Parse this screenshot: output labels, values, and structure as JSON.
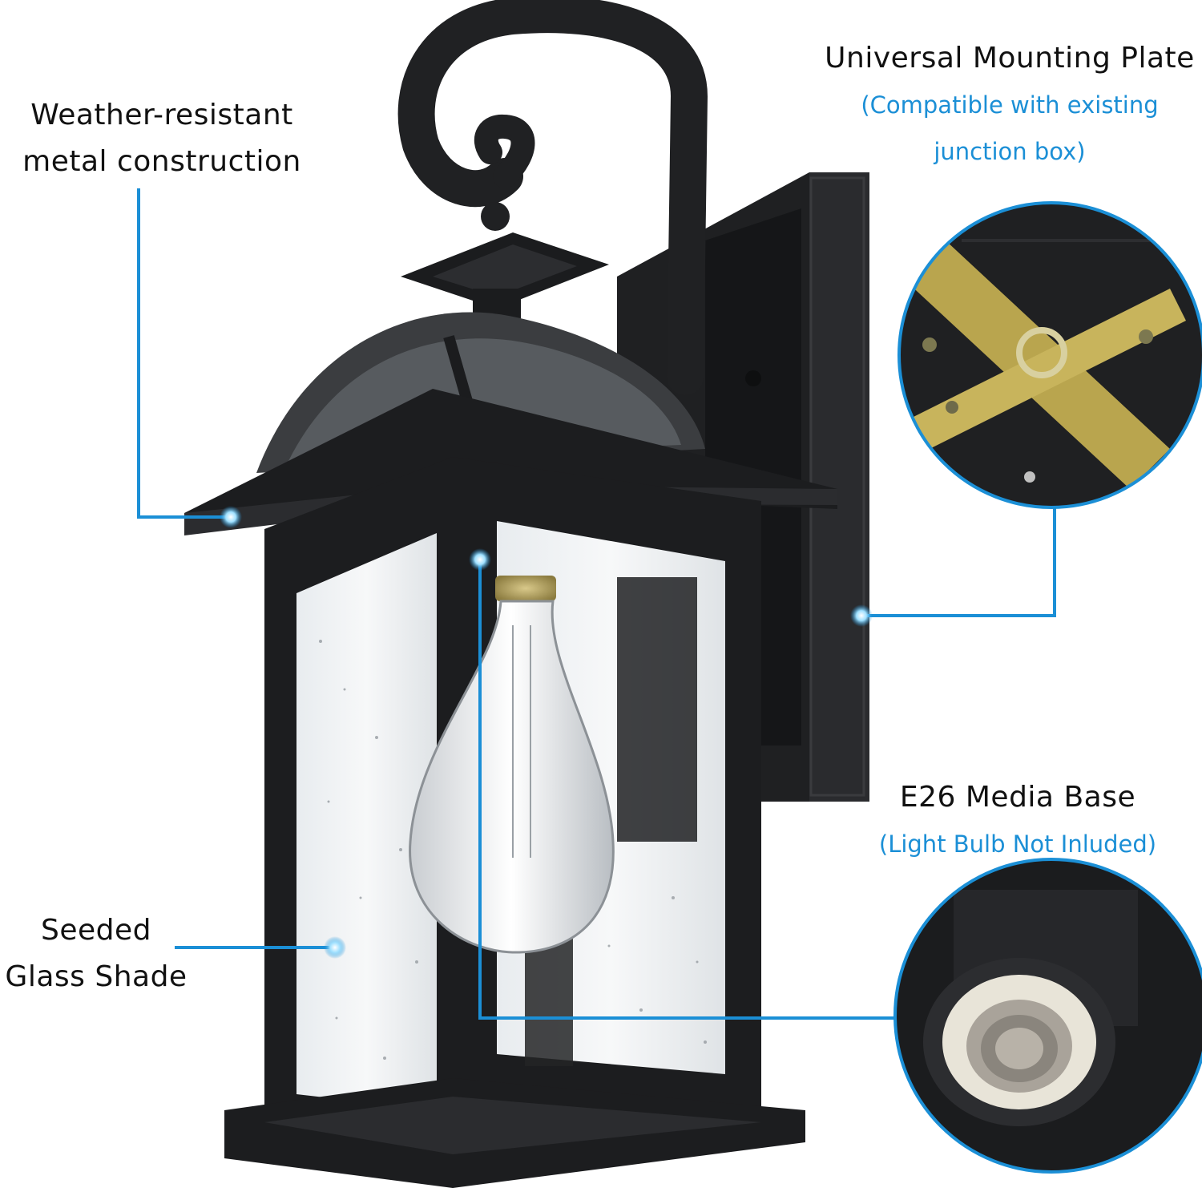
{
  "callouts": {
    "weather": {
      "line1": "Weather-resistant",
      "line2": "metal construction"
    },
    "seeded": {
      "line1": "Seeded",
      "line2": "Glass Shade"
    },
    "mounting": {
      "title": "Universal Mounting Plate",
      "sub1": "(Compatible with existing",
      "sub2": "junction box)"
    },
    "base": {
      "title": "E26 Media Base",
      "sub": "(Light Bulb Not Inluded)"
    }
  },
  "colors": {
    "accent": "#1b8fd6",
    "fixture": "#1c1d1f",
    "text": "#111111",
    "background": "#ffffff"
  },
  "icons": {
    "leader_dot": "glowing-dot-icon"
  }
}
